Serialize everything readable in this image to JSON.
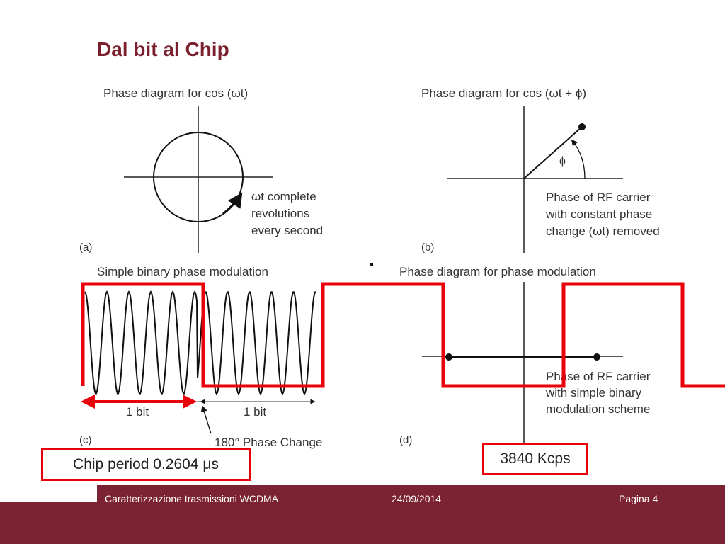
{
  "slide": {
    "title": "Dal bit al Chip"
  },
  "panels": {
    "a": {
      "title": "Phase diagram for cos (ωt)",
      "annotation": [
        "ωt complete",
        "revolutions",
        "every second"
      ],
      "label": "(a)"
    },
    "b": {
      "title": "Phase diagram for cos (ωt + ϕ)",
      "angle_symbol": "ϕ",
      "annotation": [
        "Phase of RF carrier",
        "with constant phase",
        "change (ωt) removed"
      ],
      "label": "(b)"
    },
    "c": {
      "title": "Simple binary phase modulation",
      "bit_label_1": "1 bit",
      "bit_label_2": "1 bit",
      "phase_change": "180° Phase Change",
      "label": "(c)"
    },
    "d": {
      "title": "Phase diagram for phase modulation",
      "annotation": [
        "Phase of RF carrier",
        "with simple binary",
        "modulation scheme"
      ],
      "label": "(d)"
    }
  },
  "callouts": {
    "chip_period": "Chip period 0.2604 μs",
    "chip_rate": "3840 Kcps"
  },
  "footer": {
    "course": "Caratterizzazione trasmissioni WCDMA",
    "date": "24/09/2014",
    "page": "Pagina 4"
  },
  "colors": {
    "title": "#7b1e2e",
    "overlay": "#e8000b",
    "footer": "#7b2332"
  }
}
